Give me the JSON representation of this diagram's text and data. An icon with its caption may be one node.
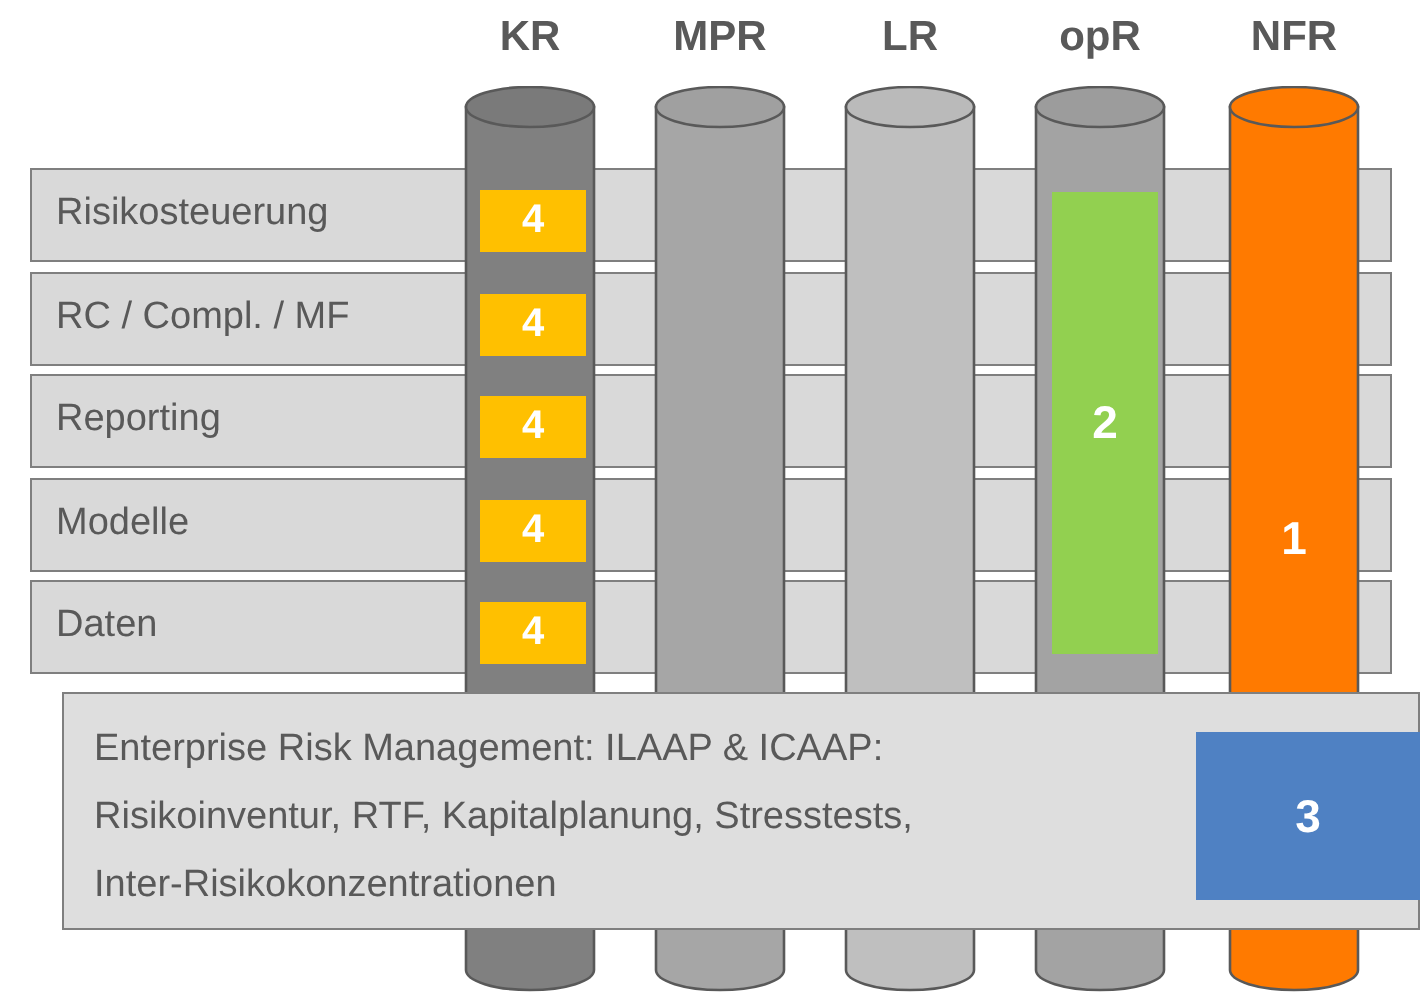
{
  "diagram": {
    "nodes": [
      {
        "text": [
          "KR"
        ]
      },
      {
        "text": [
          "MPR"
        ]
      },
      {
        "text": [
          "LR"
        ]
      },
      {
        "text": [
          "opR"
        ]
      },
      {
        "text": [
          "NFR",
          "1"
        ]
      },
      {
        "text": [
          "Risikosteuerung"
        ]
      },
      {
        "text": [
          "RC / Compl. / MF"
        ]
      },
      {
        "text": [
          "Reporting"
        ]
      },
      {
        "text": [
          "Modelle"
        ]
      },
      {
        "text": [
          "Daten"
        ]
      },
      {
        "text": [
          "4"
        ]
      },
      {
        "text": [
          "4"
        ]
      },
      {
        "text": [
          "4"
        ]
      },
      {
        "text": [
          "4"
        ]
      },
      {
        "text": [
          "4"
        ]
      },
      {
        "text": [
          "2"
        ],
        "in": 3
      },
      {
        "text": [
          "Enterprise Risk Management: ILAAP & ICAAP: Risikoinventur, RTF, Kapitalplanung, Stresstests, Inter-Risikokonzentrationen"
        ]
      },
      {
        "text": [
          "3"
        ],
        "in": 16
      }
    ]
  }
}
